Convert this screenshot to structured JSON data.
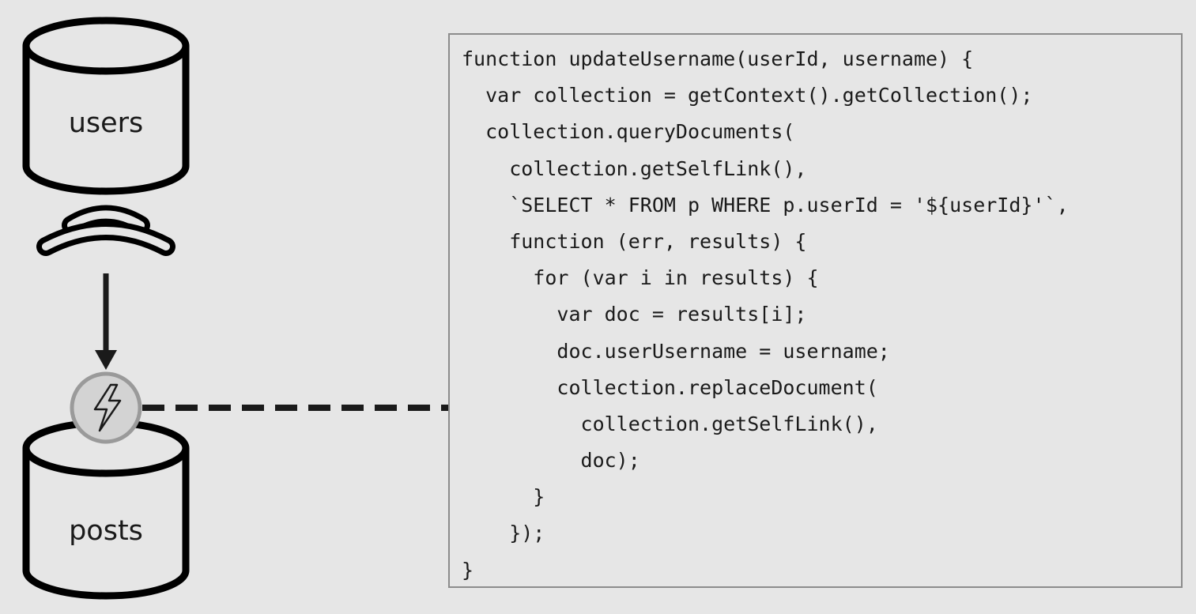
{
  "diagram": {
    "users_label": "users",
    "posts_label": "posts",
    "icons": {
      "change_feed": "change-feed-signal-icon",
      "trigger": "lightning-bolt-icon"
    }
  },
  "code": {
    "lines": [
      "function updateUsername(userId, username) {",
      "  var collection = getContext().getCollection();",
      "  collection.queryDocuments(",
      "    collection.getSelfLink(),",
      "    `SELECT * FROM p WHERE p.userId = '${userId}'`,",
      "    function (err, results) {",
      "      for (var i in results) {",
      "        var doc = results[i];",
      "        doc.userUsername = username;",
      "        collection.replaceDocument(",
      "          collection.getSelfLink(),",
      "          doc);",
      "      }",
      "    });",
      "}"
    ]
  }
}
